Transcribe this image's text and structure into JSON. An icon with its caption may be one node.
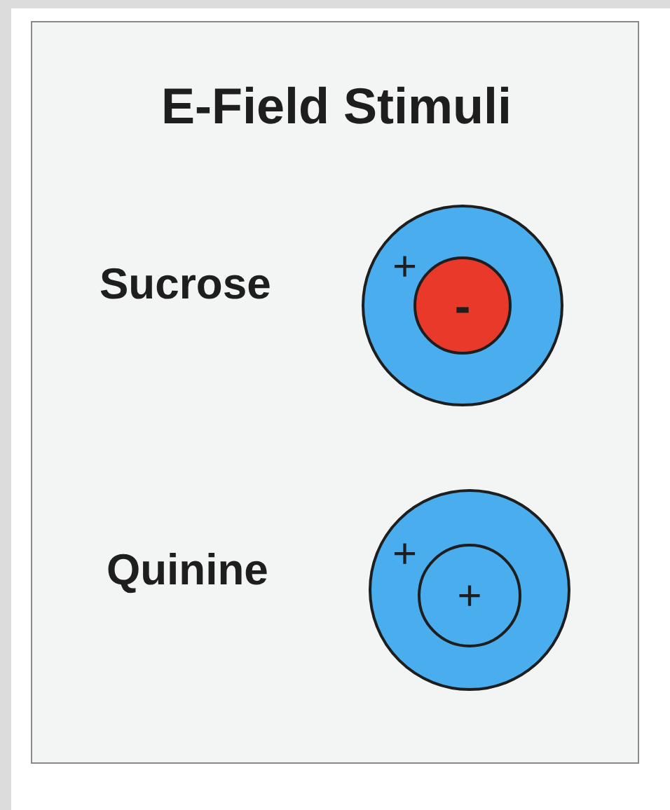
{
  "diagram": {
    "nodes": [
      {
        "text": [
          "E-Field Stimuli"
        ]
      },
      {
        "text": [
          "+"
        ],
        "in": 0,
        "beside": [
          "Sucrose"
        ]
      },
      {
        "text": [
          "-"
        ],
        "in": 1
      },
      {
        "text": [
          "+"
        ],
        "in": 0,
        "beside": [
          "Quinine"
        ]
      },
      {
        "text": [
          "+"
        ],
        "in": 3
      }
    ],
    "edges": []
  }
}
